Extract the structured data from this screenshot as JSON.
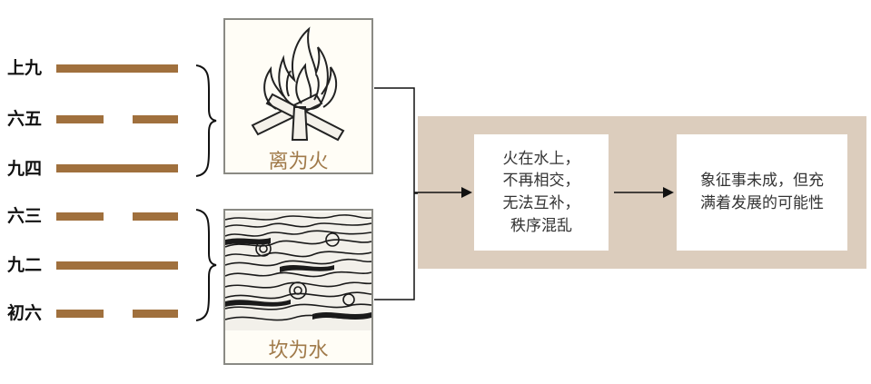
{
  "hexagram": {
    "lines": [
      {
        "label": "上九",
        "type": "yang"
      },
      {
        "label": "六五",
        "type": "yin"
      },
      {
        "label": "九四",
        "type": "yang"
      },
      {
        "label": "六三",
        "type": "yin"
      },
      {
        "label": "九二",
        "type": "yang"
      },
      {
        "label": "初六",
        "type": "yin"
      }
    ]
  },
  "trigrams": {
    "upper": {
      "caption": "离为火",
      "icon": "fire-icon"
    },
    "lower": {
      "caption": "坎为水",
      "icon": "water-waves-icon"
    }
  },
  "flow": {
    "box1": {
      "lines": [
        "火在水上，",
        "不再相交，",
        "无法互补，",
        "秩序混乱"
      ]
    },
    "box2": {
      "lines": [
        "象征事未成，但充",
        "满着发展的可能性"
      ]
    }
  },
  "colors": {
    "bar": "#a0703d",
    "band": "#dccdbd",
    "caption": "#a07a4a"
  }
}
